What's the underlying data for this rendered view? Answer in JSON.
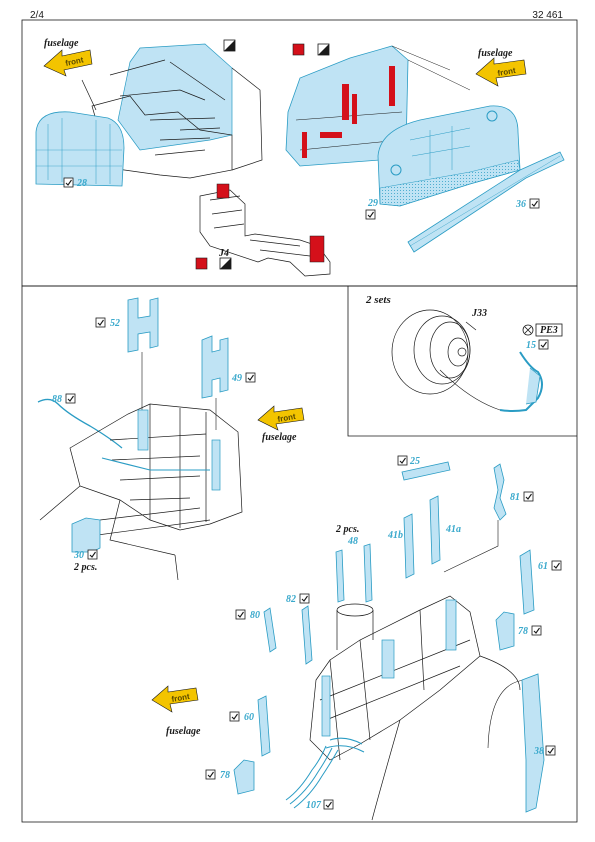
{
  "header": {
    "page": "2/4",
    "set_number": "32 461"
  },
  "colors": {
    "etch": "#bfe3f4",
    "etch_stroke": "#2a9cc4",
    "part_number": "#3aa9cc",
    "painted": "#d4101a",
    "arrow": "#f3c400",
    "outline": "#1a1a1a"
  },
  "icons": {
    "fold": "fold-icon",
    "paint_red": "paint-red-icon",
    "remove": "remove-icon",
    "bend": "bend-icon"
  },
  "panel_top": {
    "direction_left": {
      "word": "fuselage",
      "arrow": "front"
    },
    "direction_right": {
      "word": "fuselage",
      "arrow": "front"
    },
    "parts": {
      "p28": "28",
      "p29": "29",
      "p36": "36"
    },
    "kit_part": "J4"
  },
  "panel_mid": {
    "direction": {
      "word": "fuselage",
      "arrow": "front"
    },
    "parts": {
      "p52": "52",
      "p49": "49",
      "p88": "88",
      "p30": "30"
    },
    "qty_30": "2 pcs."
  },
  "inset": {
    "title": "2 sets",
    "kit_part": "J33",
    "pe_ref": "PE3",
    "part": "15"
  },
  "panel_bottom": {
    "direction": {
      "word": "fuselage",
      "arrow": "front"
    },
    "qty_48": "2 pcs.",
    "parts": {
      "p25": "25",
      "p81": "81",
      "p48": "48",
      "p41b": "41b",
      "p41a": "41a",
      "p61": "61",
      "p82": "82",
      "p80": "80",
      "p78a": "78",
      "p60": "60",
      "p38": "38",
      "p78b": "78",
      "p107": "107"
    }
  }
}
